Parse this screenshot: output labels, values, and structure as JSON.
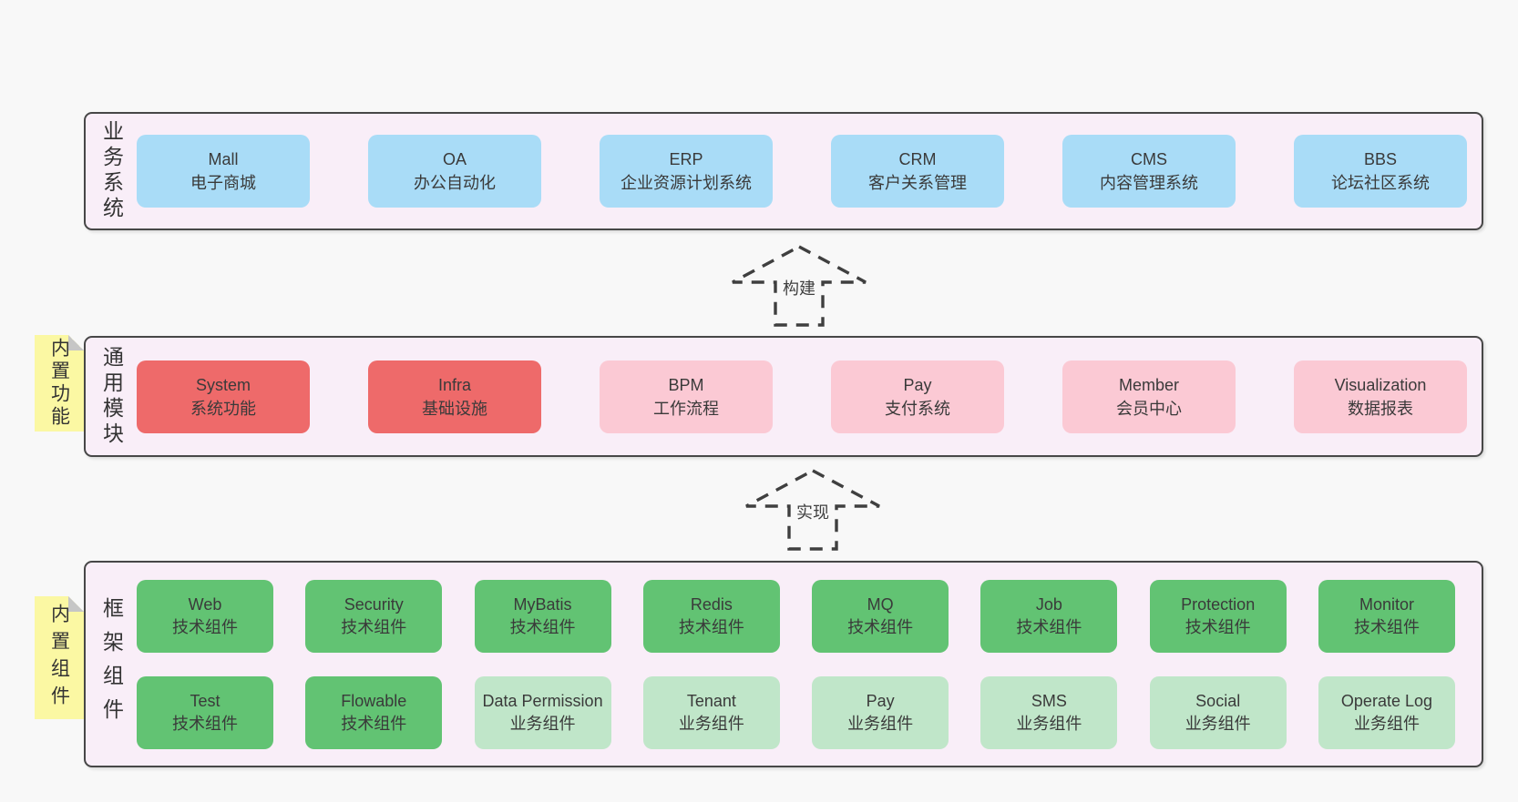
{
  "diagram": {
    "layers": [
      {
        "label": "业务系统",
        "boxes": [
          {
            "name": "Mall",
            "desc": "电子商城"
          },
          {
            "name": "OA",
            "desc": "办公自动化"
          },
          {
            "name": "ERP",
            "desc": "企业资源计划系统"
          },
          {
            "name": "CRM",
            "desc": "客户关系管理"
          },
          {
            "name": "CMS",
            "desc": "内容管理系统"
          },
          {
            "name": "BBS",
            "desc": "论坛社区系统"
          }
        ]
      },
      {
        "label": "通用模块",
        "note": "内置功能",
        "boxes": [
          {
            "name": "System",
            "desc": "系统功能"
          },
          {
            "name": "Infra",
            "desc": "基础设施"
          },
          {
            "name": "BPM",
            "desc": "工作流程"
          },
          {
            "name": "Pay",
            "desc": "支付系统"
          },
          {
            "name": "Member",
            "desc": "会员中心"
          },
          {
            "name": "Visualization",
            "desc": "数据报表"
          }
        ]
      },
      {
        "label": "框架组件",
        "note": "内置组件",
        "row1": [
          {
            "name": "Web",
            "desc": "技术组件"
          },
          {
            "name": "Security",
            "desc": "技术组件"
          },
          {
            "name": "MyBatis",
            "desc": "技术组件"
          },
          {
            "name": "Redis",
            "desc": "技术组件"
          },
          {
            "name": "MQ",
            "desc": "技术组件"
          },
          {
            "name": "Job",
            "desc": "技术组件"
          },
          {
            "name": "Protection",
            "desc": "技术组件"
          },
          {
            "name": "Monitor",
            "desc": "技术组件"
          }
        ],
        "row2": [
          {
            "name": "Test",
            "desc": "技术组件"
          },
          {
            "name": "Flowable",
            "desc": "技术组件"
          },
          {
            "name": "Data Permission",
            "desc": "业务组件"
          },
          {
            "name": "Tenant",
            "desc": "业务组件"
          },
          {
            "name": "Pay",
            "desc": "业务组件"
          },
          {
            "name": "SMS",
            "desc": "业务组件"
          },
          {
            "name": "Social",
            "desc": "业务组件"
          },
          {
            "name": "Operate Log",
            "desc": "业务组件"
          }
        ]
      }
    ],
    "arrows": [
      {
        "label": "构建"
      },
      {
        "label": "实现"
      }
    ]
  },
  "colors": {
    "page_background": "#f8f8f8",
    "band_fill": "#f9eef8",
    "band_border": "#474747",
    "business_system_box": "#a9dcf7",
    "core_module_box": "#ee6a6a",
    "optional_module_box": "#fbc9d4",
    "tech_component_box": "#62c373",
    "biz_component_box": "#c0e6c9",
    "sticky_note_fill": "#fbf8a3",
    "sticky_note_fold": "#c6c6c6",
    "arrow_stroke": "#3f3f3f",
    "text": "#3a3a3a"
  }
}
